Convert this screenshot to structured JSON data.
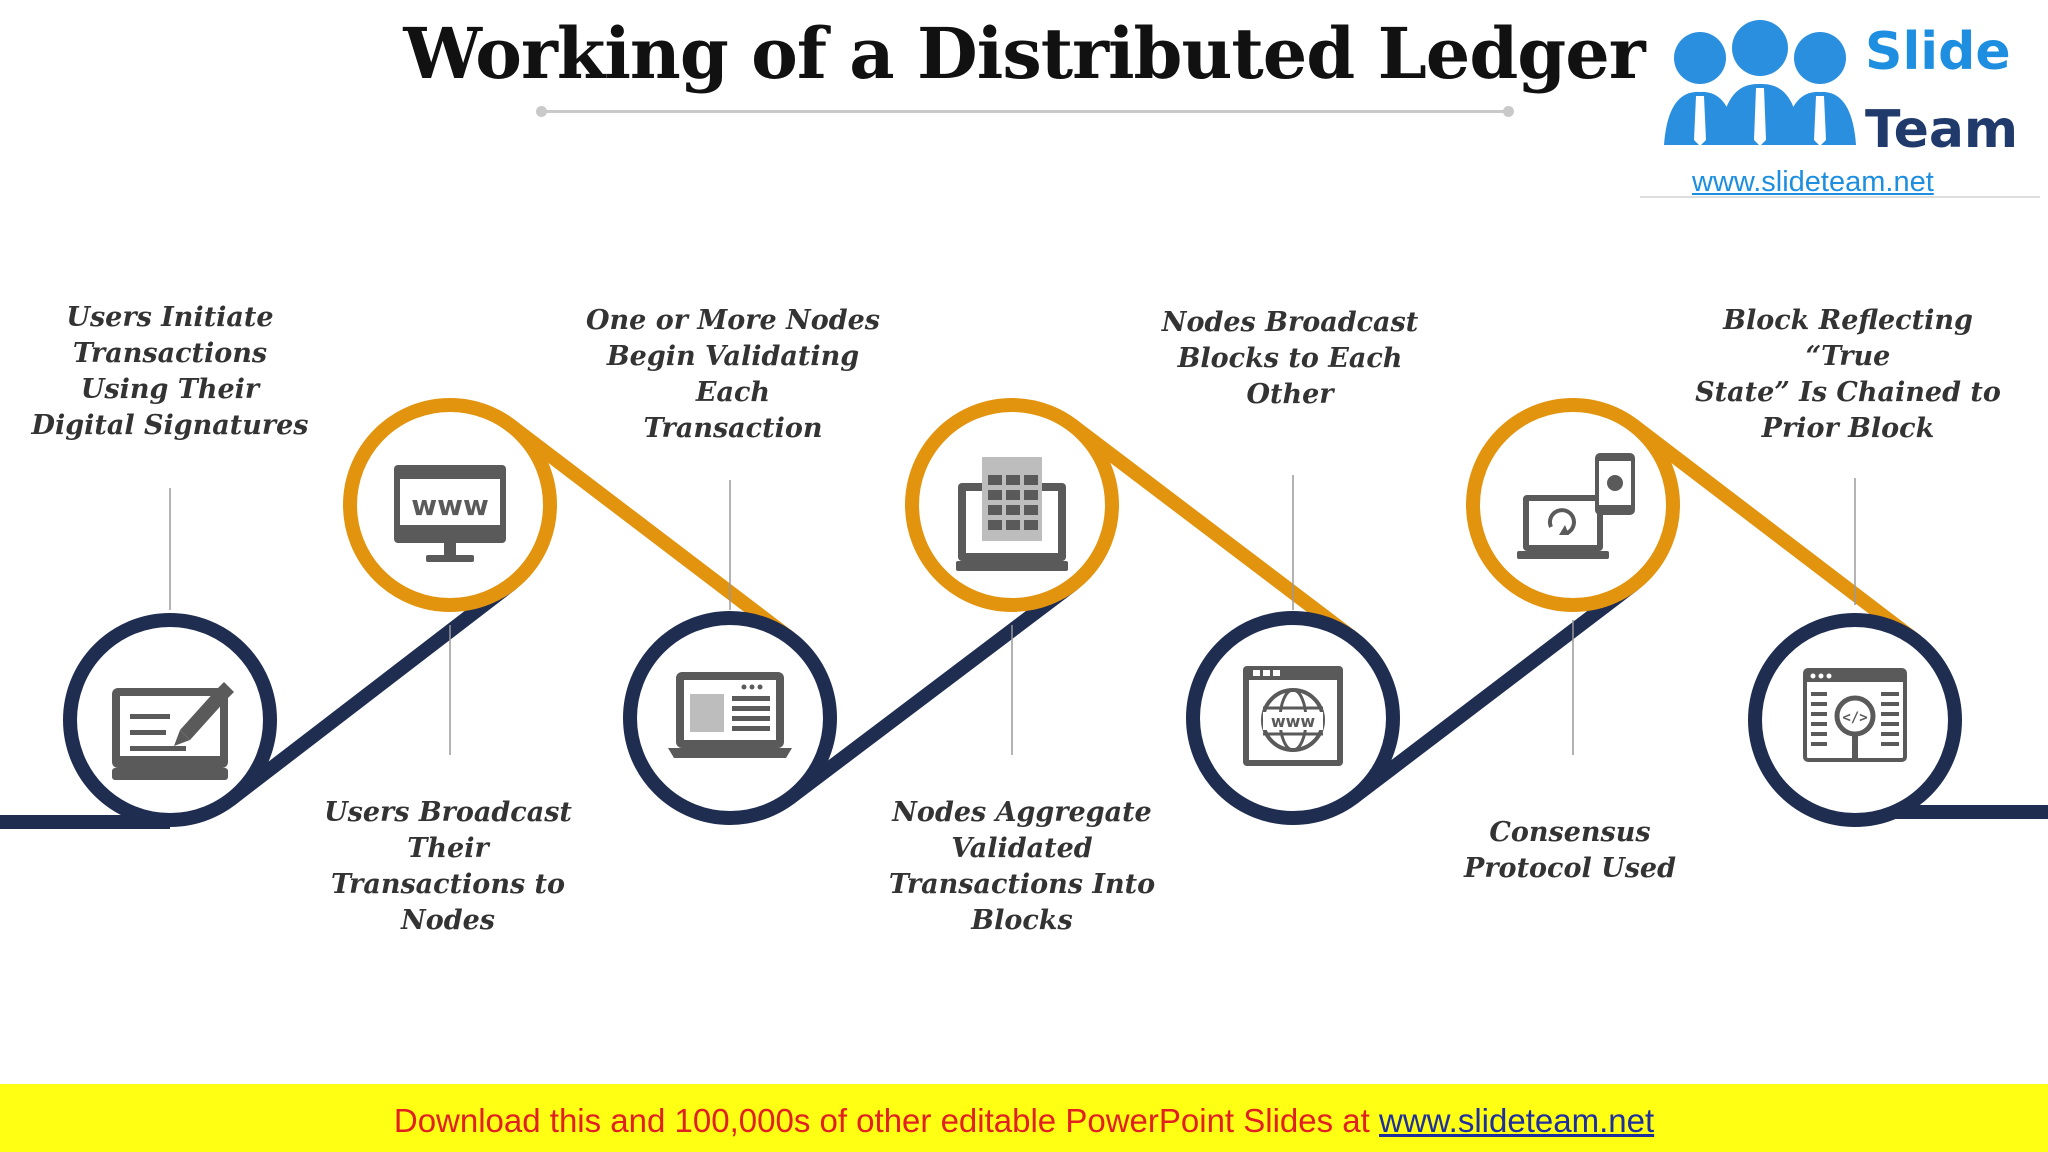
{
  "title": "Working of a Distributed Ledger",
  "logo": {
    "line1": "Slide",
    "line2": "Team",
    "url": "www.slideteam.net"
  },
  "colors": {
    "navy": "#1f2d50",
    "orange": "#e2940f",
    "icon_gray": "#5a5a5a"
  },
  "steps": [
    {
      "lines": [
        "Users Initiate",
        "Transactions",
        "Using Their",
        "Digital Signatures"
      ],
      "icon": "computer-signature-icon",
      "color": "navy"
    },
    {
      "lines": [
        "Users Broadcast",
        "Their",
        "Transactions to",
        "Nodes"
      ],
      "icon": "www-monitor-icon",
      "color": "orange"
    },
    {
      "lines": [
        "One or More Nodes",
        "Begin Validating Each",
        "Transaction"
      ],
      "icon": "laptop-dashboard-icon",
      "color": "navy"
    },
    {
      "lines": [
        "Nodes Aggregate",
        "Validated",
        "Transactions Into",
        "Blocks"
      ],
      "icon": "laptop-spreadsheet-icon",
      "color": "orange"
    },
    {
      "lines": [
        "Nodes Broadcast",
        "Blocks to Each Other"
      ],
      "icon": "browser-globe-icon",
      "color": "navy"
    },
    {
      "lines": [
        "Consensus",
        "Protocol Used"
      ],
      "icon": "devices-sync-icon",
      "color": "orange"
    },
    {
      "lines": [
        "Block Reflecting “True",
        "State” Is Chained to",
        "Prior Block"
      ],
      "icon": "code-inspect-icon",
      "color": "navy"
    }
  ],
  "footer": {
    "text": "Download this and 100,000s of other editable PowerPoint Slides at ",
    "link": "www.slideteam.net"
  }
}
